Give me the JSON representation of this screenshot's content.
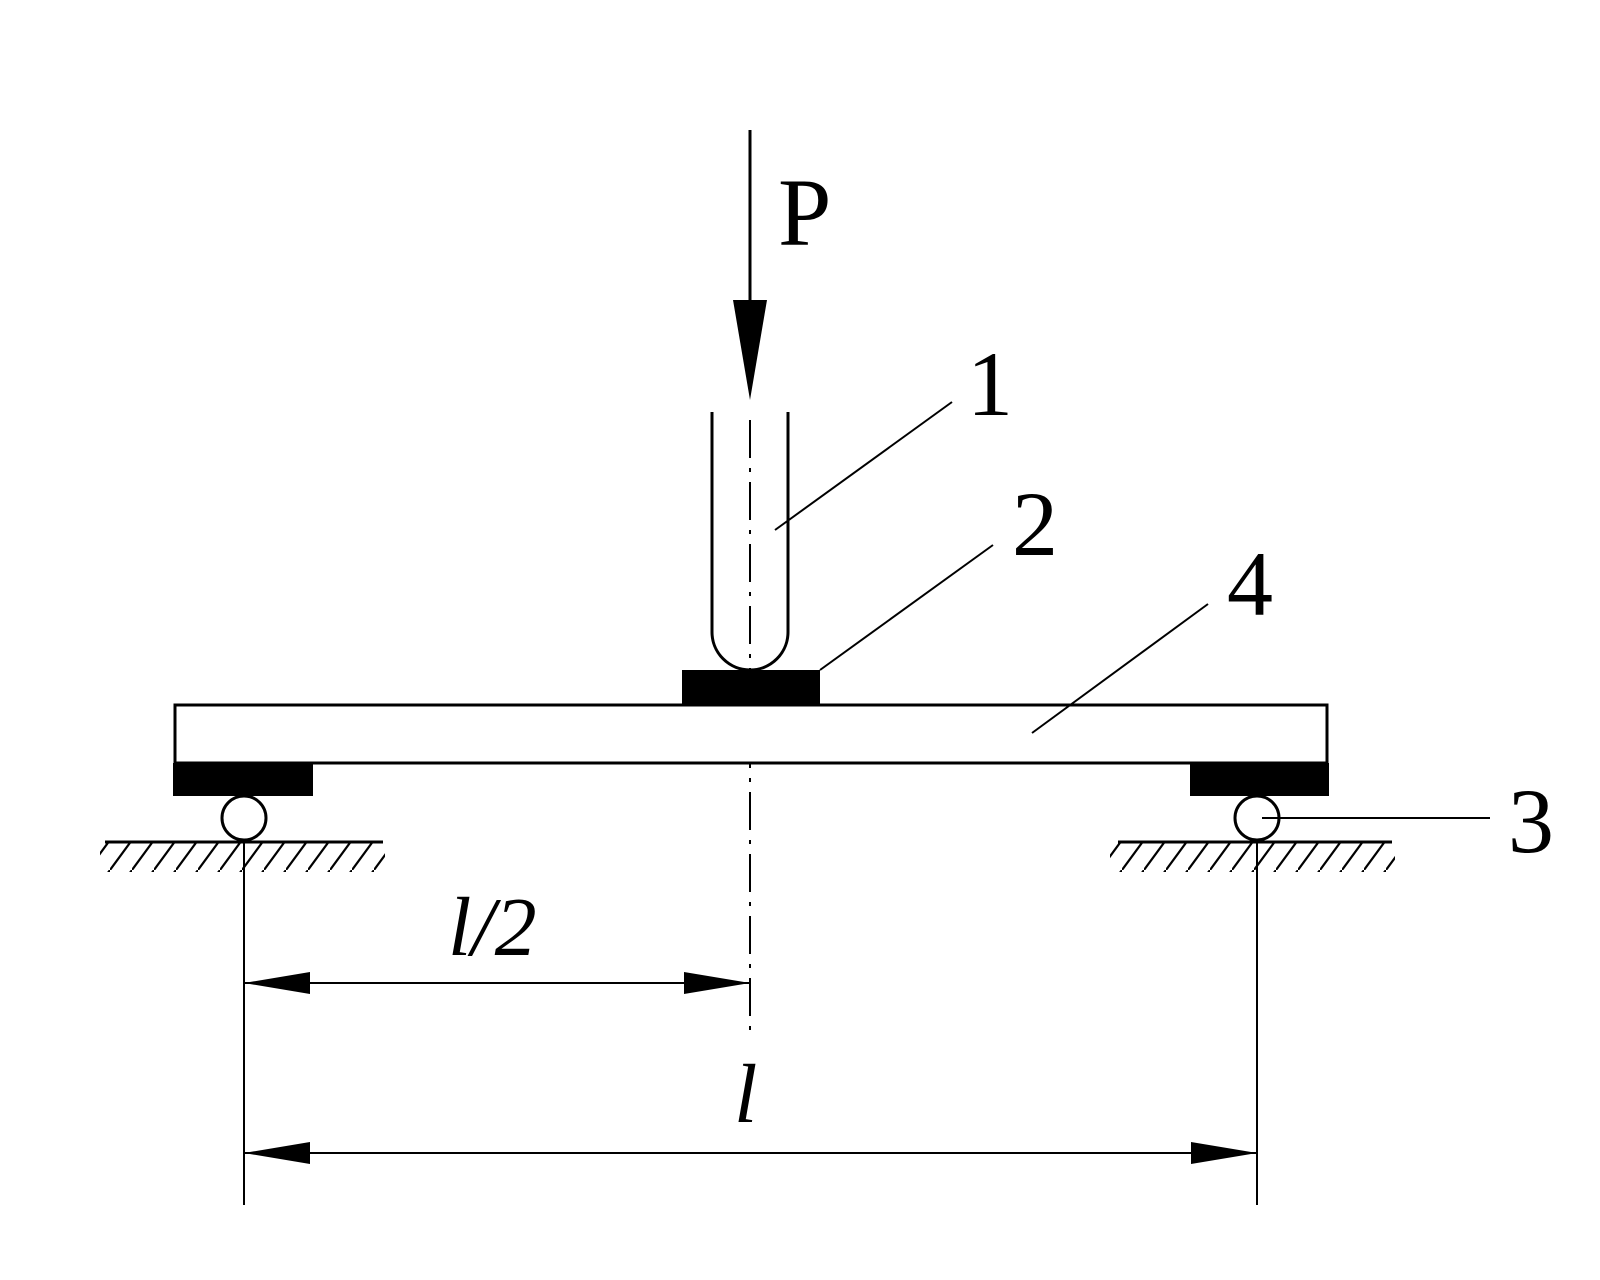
{
  "labels": {
    "force": "P",
    "part_1": "1",
    "part_2": "2",
    "part_3": "3",
    "part_4": "4",
    "half_span": "l/2",
    "span": "l"
  },
  "colors": {
    "ink": "#000000",
    "background": "#ffffff"
  }
}
